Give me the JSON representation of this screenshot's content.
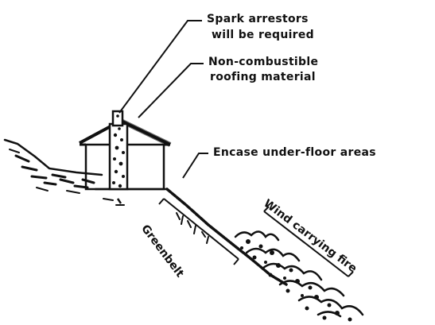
{
  "labels": {
    "spark_arrestors_line1": "Spark arrestors",
    "spark_arrestors_line2": "will be required",
    "roofing_line1": "Non-combustible",
    "roofing_line2": "roofing material",
    "encase": "Encase under-floor areas",
    "wind": "Wind carrying fire",
    "greenbelt": "Greenbelt"
  },
  "colors": {
    "ink": "#111111",
    "paper": "#ffffff"
  }
}
